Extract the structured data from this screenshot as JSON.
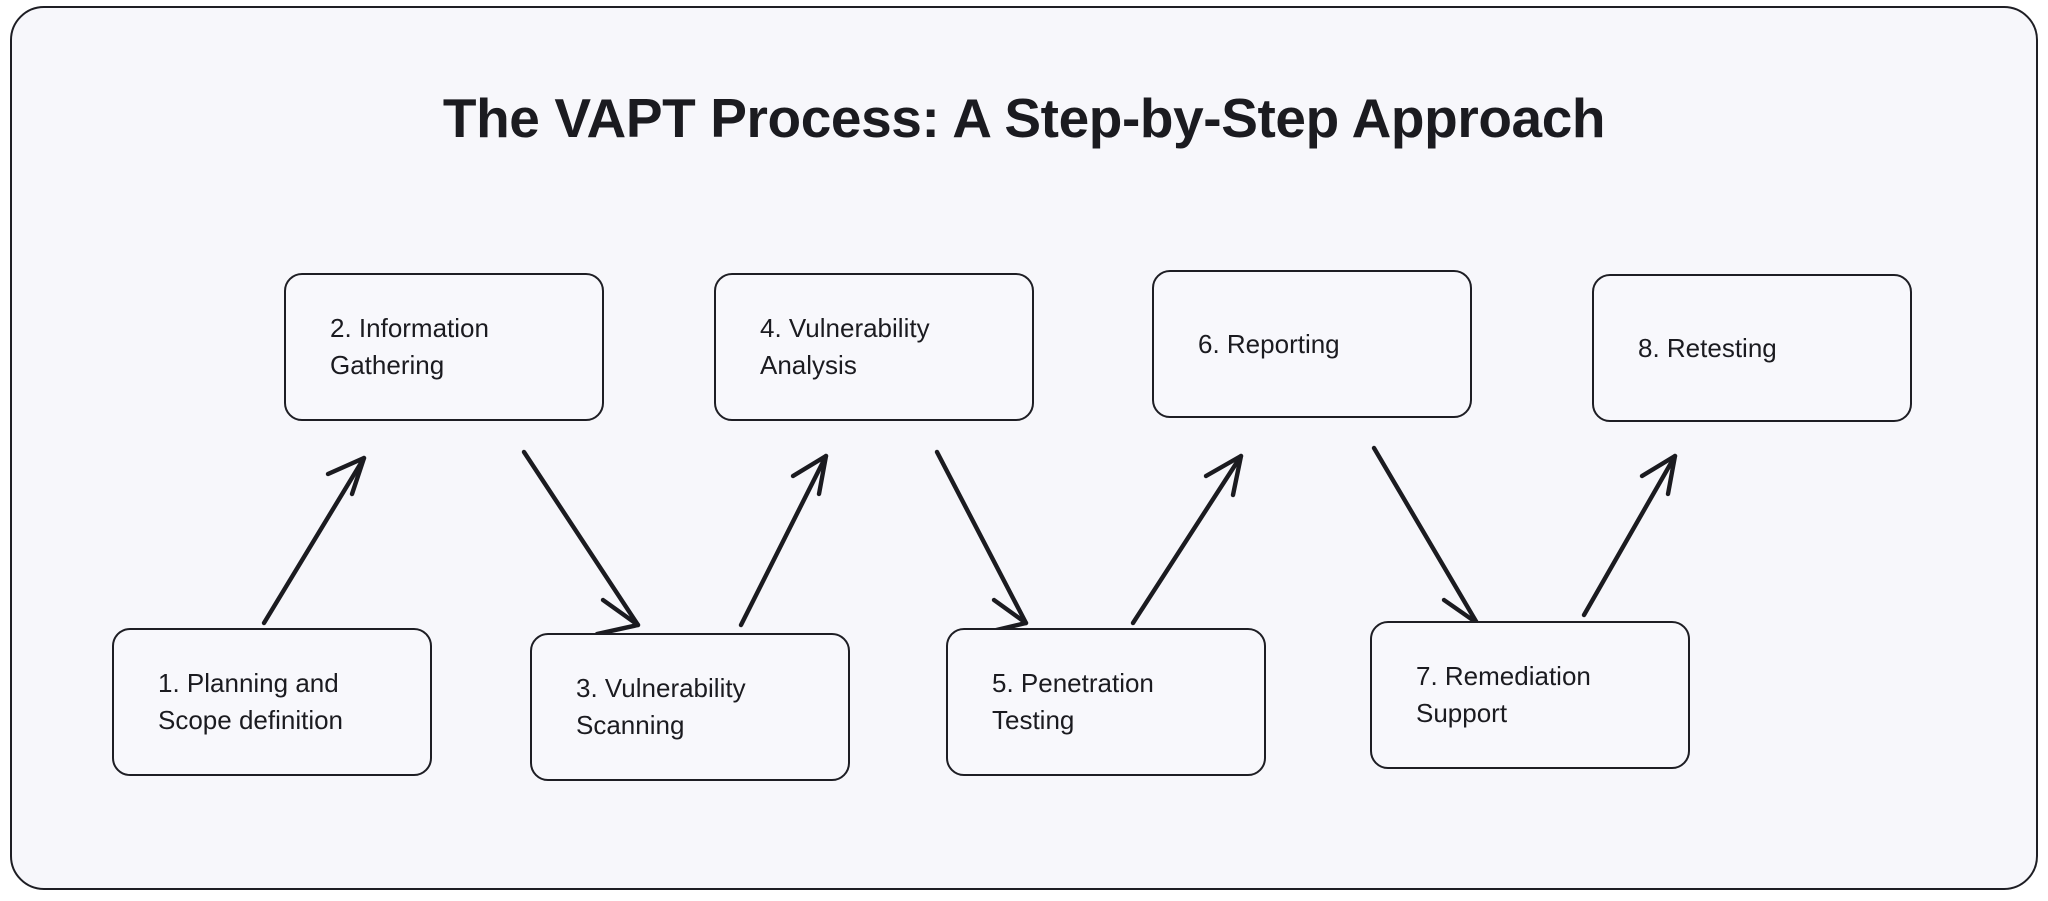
{
  "diagram": {
    "title": "The VAPT Process: A Step-by-Step Approach",
    "background_color": "#f7f7fb",
    "border_color": "#1e1e24",
    "node_fill": "#f8f8fc",
    "text_color": "#1b1b20",
    "arrow_color": "#1b1b20",
    "nodes": [
      {
        "id": "step1",
        "label": "1. Planning and\nScope definition",
        "row": "bottom",
        "column": 1
      },
      {
        "id": "step2",
        "label": "2. Information\nGathering",
        "row": "top",
        "column": 1
      },
      {
        "id": "step3",
        "label": "3. Vulnerability\nScanning",
        "row": "bottom",
        "column": 2
      },
      {
        "id": "step4",
        "label": "4. Vulnerability\nAnalysis",
        "row": "top",
        "column": 2
      },
      {
        "id": "step5",
        "label": "5. Penetration\nTesting",
        "row": "bottom",
        "column": 3
      },
      {
        "id": "step6",
        "label": "6. Reporting",
        "row": "top",
        "column": 3
      },
      {
        "id": "step7",
        "label": "7. Remediation\nSupport",
        "row": "bottom",
        "column": 4
      },
      {
        "id": "step8",
        "label": "8. Retesting",
        "row": "top",
        "column": 4
      }
    ],
    "edges": [
      {
        "from": "step1",
        "to": "step2",
        "direction": "up-right"
      },
      {
        "from": "step2",
        "to": "step3",
        "direction": "down-right"
      },
      {
        "from": "step3",
        "to": "step4",
        "direction": "up-right"
      },
      {
        "from": "step4",
        "to": "step5",
        "direction": "down-right"
      },
      {
        "from": "step5",
        "to": "step6",
        "direction": "up-right"
      },
      {
        "from": "step6",
        "to": "step7",
        "direction": "down-right"
      },
      {
        "from": "step7",
        "to": "step8",
        "direction": "up-right"
      }
    ]
  }
}
